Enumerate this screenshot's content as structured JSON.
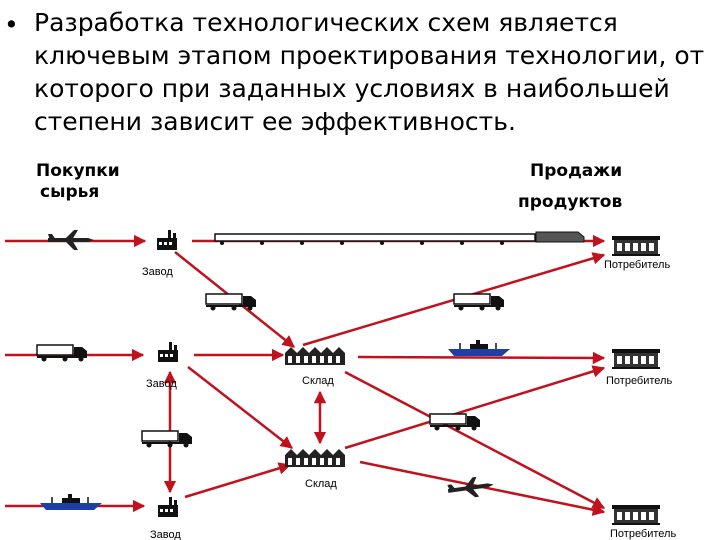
{
  "slide": {
    "bullet_text": "Разработка технологических схем является ключевым этапом проектирования технологии, от которого при заданных условиях в наибольшей степени зависит ее эффективность."
  },
  "diagram": {
    "purchases_line1": "Покупки",
    "purchases_line2": "сырья",
    "sales_line1": "Продажи",
    "sales_line2": "продуктов",
    "plant_label": "Завод",
    "warehouse_label": "Склад",
    "consumer_label": "Потребитель"
  },
  "colors": {
    "arrow": "#c0121d",
    "factory": "#111111",
    "ship_hull": "#1f3fa8"
  },
  "icons": [
    "factory-icon",
    "warehouse-icon",
    "consumer-building-icon",
    "truck-icon",
    "ship-icon",
    "airplane-icon",
    "train-icon"
  ]
}
